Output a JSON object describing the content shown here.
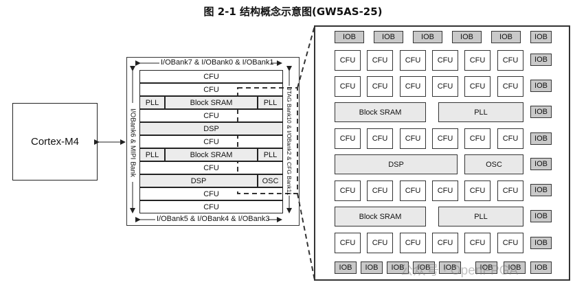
{
  "title": "图 2-1 结构概念示意图(GW5AS-25)",
  "cortex": "Cortex-M4",
  "chip": {
    "top_bank": "I/OBank7 & I/OBank0 & I/OBank1",
    "bottom_bank": "I/OBank5 & I/OBank4 & I/OBank3",
    "left_bank": "I/OBank6 & MIPI Bank",
    "right_bank": "JTAG Bank10 & I/OBank2 & CFG Bank11",
    "rows": [
      {
        "cells": [
          "CFU"
        ]
      },
      {
        "cells": [
          "CFU"
        ]
      },
      {
        "cells": [
          "PLL",
          "Block SRAM",
          "PLL"
        ]
      },
      {
        "cells": [
          "CFU"
        ]
      },
      {
        "cells": [
          "DSP"
        ]
      },
      {
        "cells": [
          "CFU"
        ]
      },
      {
        "cells": [
          "PLL",
          "Block SRAM",
          "PLL"
        ]
      },
      {
        "cells": [
          "CFU"
        ]
      },
      {
        "cells": [
          "DSP",
          "OSC"
        ]
      },
      {
        "cells": [
          "CFU"
        ]
      },
      {
        "cells": [
          "CFU"
        ]
      }
    ]
  },
  "detail": {
    "iob": "IOB",
    "cfu": "CFU",
    "block_sram": "Block SRAM",
    "pll": "PLL",
    "dsp": "DSP",
    "osc": "OSC"
  },
  "watermark": "公众号 · OpenFPGA",
  "colors": {
    "iob": "#c9c9c9",
    "gray": "#e9e9e9",
    "line": "#333333"
  }
}
